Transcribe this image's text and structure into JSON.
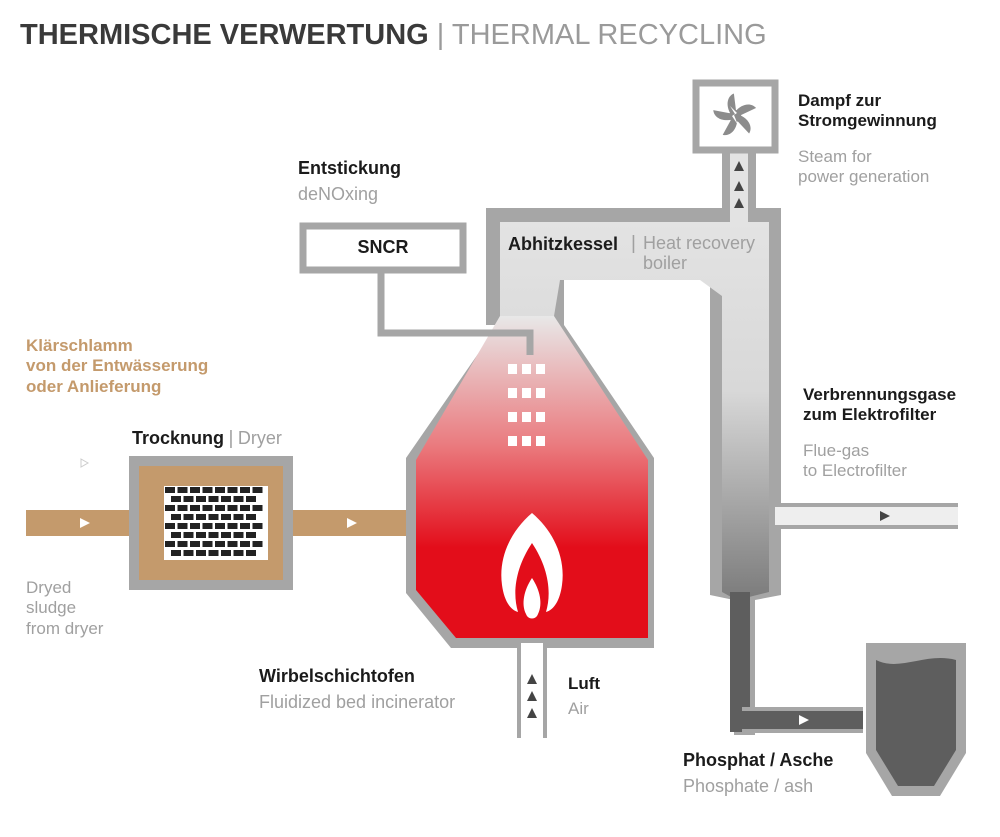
{
  "title": {
    "de": "THERMISCHE VERWERTUNG",
    "sep": "|",
    "en": "THERMAL RECYCLING"
  },
  "colors": {
    "sludge": "#c49a6c",
    "hot": "#e30d1a",
    "gray": "#a6a6a6",
    "light": "#e3e3e3",
    "dark": "#5e5e5e"
  },
  "labels": {
    "sludge_source": "Klärschlamm\nvon der Entwässerung\noder Anlieferung",
    "dryer": {
      "de": "Trocknung",
      "sep": "|",
      "en": "Dryer"
    },
    "dried": "Dryed\nsludge\nfrom dryer",
    "denox": {
      "de": "Entstickung",
      "en": "deNOxing"
    },
    "sncr": "SNCR",
    "boiler": {
      "de": "Abhitzkessel",
      "sep": "|",
      "en": "Heat recovery\nboiler"
    },
    "steam": {
      "de": "Dampf zur\nStromgewinnung",
      "en": "Steam for\npower generation"
    },
    "fluegas": {
      "de": "Verbrennungsgase\nzum Elektrofilter",
      "en": "Flue-gas\nto Electrofilter"
    },
    "incinerator": {
      "de": "Wirbelschichtofen",
      "en": "Fluidized bed incinerator"
    },
    "air": {
      "de": "Luft",
      "en": "Air"
    },
    "ash": {
      "de": "Phosphat / Asche",
      "en": "Phosphate / ash"
    }
  }
}
